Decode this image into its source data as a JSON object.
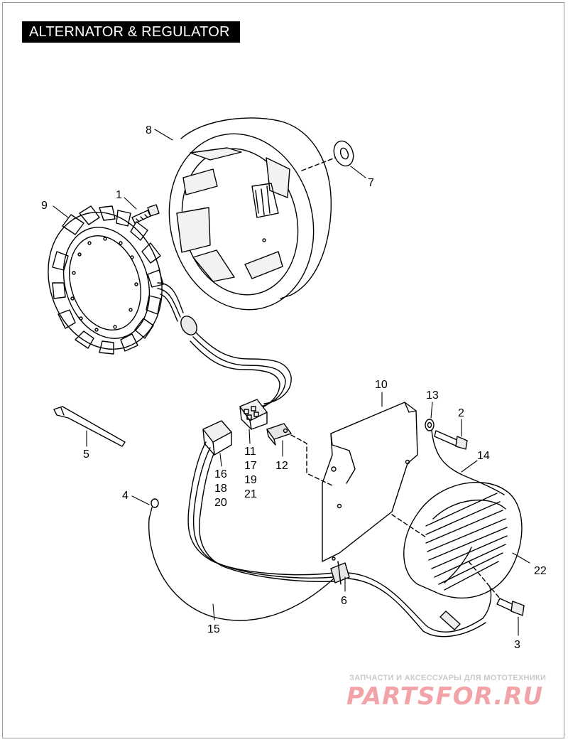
{
  "title": "ALTERNATOR & REGULATOR",
  "callouts": {
    "c1": "1",
    "c2": "2",
    "c3": "3",
    "c4": "4",
    "c5": "5",
    "c6": "6",
    "c7": "7",
    "c8": "8",
    "c9": "9",
    "c10": "10",
    "c11": "11",
    "c12": "12",
    "c13": "13",
    "c14": "14",
    "c15": "15",
    "c16": "16",
    "c17": "17",
    "c18": "18",
    "c19": "19",
    "c20": "20",
    "c21": "21",
    "c22": "22"
  },
  "watermark": {
    "tagline": "ЗАПЧАСТИ И АКСЕССУАРЫ ДЛЯ МОТОТЕХНИКИ",
    "logo": "PARTSFOR.RU"
  },
  "colors": {
    "line": "#000000",
    "title_bg": "#000000",
    "title_text": "#ffffff",
    "watermark_red": "#f2a3a8",
    "watermark_gray": "#c9c9c9"
  }
}
